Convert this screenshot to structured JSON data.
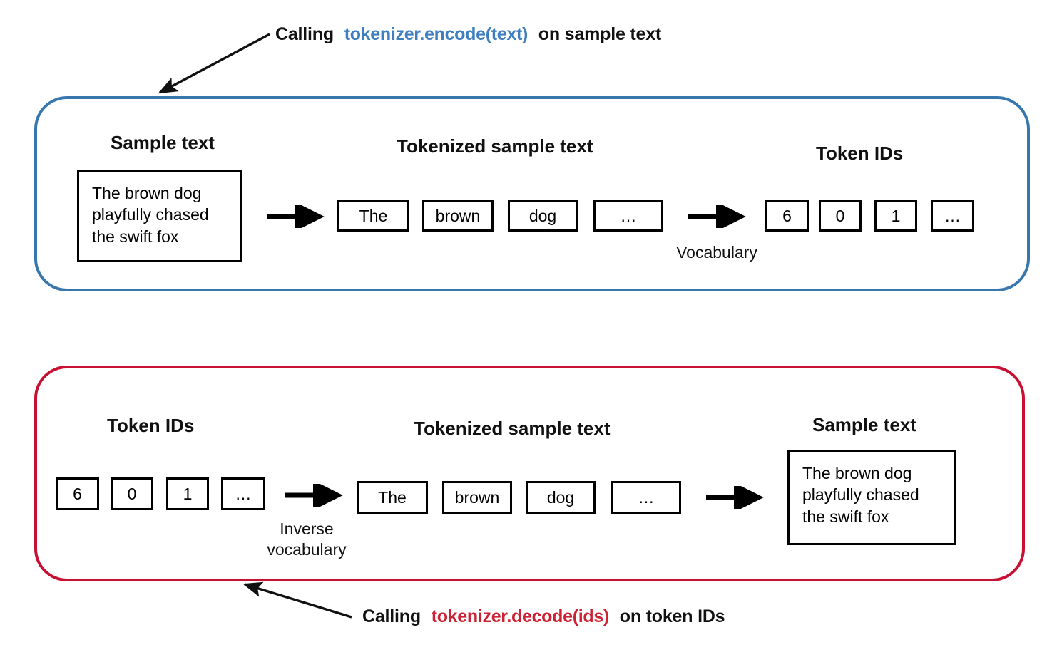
{
  "figure": {
    "title_encode_prefix": "Calling",
    "title_encode_code": "tokenizer.encode(text)",
    "title_encode_suffix": "on sample text",
    "title_decode_prefix": "Calling",
    "title_decode_code": "tokenizer.decode(ids)",
    "title_decode_suffix": "on token IDs",
    "colors": {
      "encode_border": "#3877ad",
      "decode_border": "#c81032",
      "encode_code_text": "#3f7fbf",
      "decode_code_text": "#cc2233",
      "box_outline": "#000000",
      "background": "#ffffff"
    }
  },
  "encode": {
    "headings": {
      "sample_text": "Sample text",
      "tokenized": "Tokenized sample text",
      "token_ids": "Token IDs"
    },
    "sample_text_lines": "The brown dog\nplayfully chased\nthe swift fox",
    "tokens": [
      "The",
      "brown",
      "dog",
      "…"
    ],
    "token_ids": [
      "6",
      "0",
      "1",
      "…"
    ],
    "transform_label": "Vocabulary"
  },
  "decode": {
    "headings": {
      "token_ids": "Token IDs",
      "tokenized": "Tokenized sample text",
      "sample_text": "Sample text"
    },
    "token_ids": [
      "6",
      "0",
      "1",
      "…"
    ],
    "tokens": [
      "The",
      "brown",
      "dog",
      "…"
    ],
    "transform_label": "Inverse\nvocabulary",
    "sample_text_lines": "The brown dog\nplayfully chased\nthe swift fox"
  }
}
